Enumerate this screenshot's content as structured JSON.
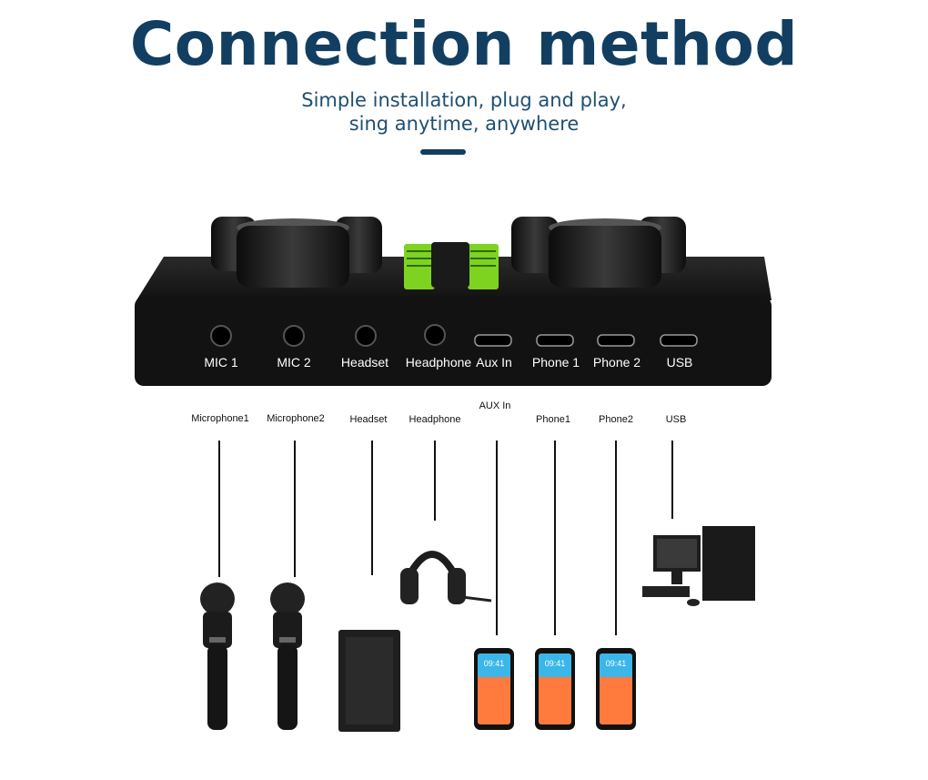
{
  "header": {
    "title": "Connection method",
    "subtitle_line1": "Simple installation, plug and play,",
    "subtitle_line2": "sing anytime, anywhere",
    "accent_color": "#123f61"
  },
  "device": {
    "ports": [
      {
        "label": "MIC 1",
        "type": "jack"
      },
      {
        "label": "MIC 2",
        "type": "jack"
      },
      {
        "label": "Headset",
        "type": "jack"
      },
      {
        "label": "Headphone",
        "type": "jack"
      },
      {
        "label": "Aux In",
        "type": "micro-usb"
      },
      {
        "label": "Phone 1",
        "type": "micro-usb"
      },
      {
        "label": "Phone 2",
        "type": "micro-usb"
      },
      {
        "label": "USB",
        "type": "micro-usb"
      }
    ],
    "body_color": "#151515",
    "fader_color": "#7ed321"
  },
  "connections": [
    {
      "label": "Microphone1",
      "device_icon": "microphone-icon"
    },
    {
      "label": "Microphone2",
      "device_icon": "microphone-icon"
    },
    {
      "label": "Headset",
      "device_icon": "speaker-icon"
    },
    {
      "label": "Headphone",
      "device_icon": "headphone-icon"
    },
    {
      "label": "AUX In",
      "device_icon": "phone-icon"
    },
    {
      "label": "Phone1",
      "device_icon": "phone-icon"
    },
    {
      "label": "Phone2",
      "device_icon": "phone-icon"
    },
    {
      "label": "USB",
      "device_icon": "computer-icon"
    }
  ],
  "phone_screen": {
    "time": "09:41"
  }
}
